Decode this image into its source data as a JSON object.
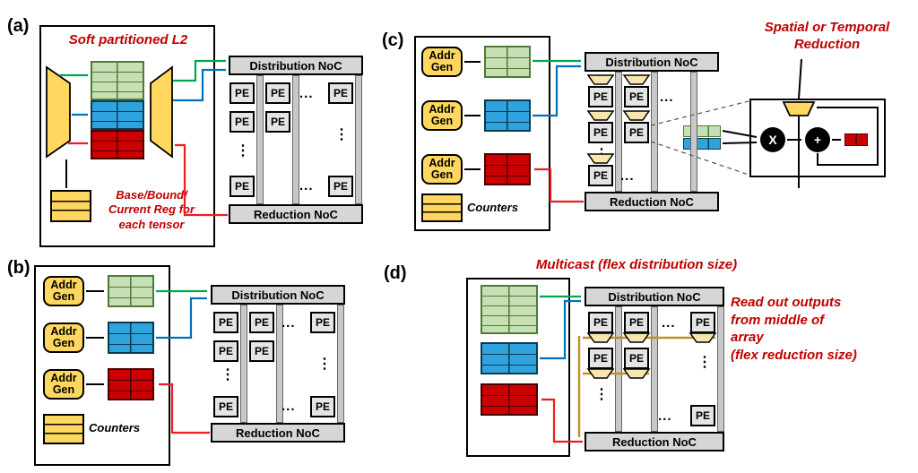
{
  "labels": {
    "pe": "PE",
    "dist_noc": "Distribution NoC",
    "red_noc": "Reduction NoC",
    "addr_gen": "Addr\nGen",
    "counters": "Counters",
    "hdots": "...",
    "vdots": "⋮",
    "mult_op": "X",
    "add_op": "+"
  },
  "panels": {
    "a": {
      "tag": "(a)",
      "title": "Soft partitioned L2",
      "note": "Base/Bound/\nCurrent Reg for\neach tensor"
    },
    "b": {
      "tag": "(b)"
    },
    "c": {
      "tag": "(c)",
      "note": "Spatial or Temporal\nReduction"
    },
    "d": {
      "tag": "(d)",
      "note_top": "Multicast (flex distribution size)",
      "note_right": "Read out outputs\nfrom middle of\narray\n(flex reduction size)"
    }
  },
  "colors": {
    "box_yellow": "#FFD75E",
    "mem_green": "#C6DFB4",
    "mem_blue": "#2FA3DD",
    "mem_red": "#CC0000",
    "arrow_green": "#00A650",
    "arrow_blue": "#0072BC",
    "arrow_red": "#ED1C24",
    "arrow_gold": "#C0921C",
    "annotation_red": "#C00000",
    "noc_gray": "#D6D6D6"
  }
}
